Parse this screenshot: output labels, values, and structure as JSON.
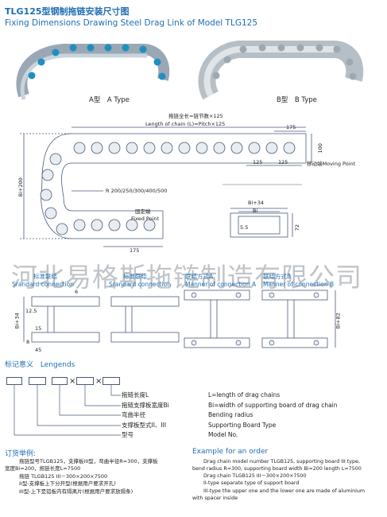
{
  "header": {
    "title_cn": "TLG125型钢制拖链安装尺寸图",
    "title_en": "Fixing Dimensions Drawing Steel Drag Link of Model TLG125"
  },
  "types": {
    "a_label": "A型　A Type",
    "b_label": "B型　B Type"
  },
  "main_drawing": {
    "chain_total_length": "拖链全长=链节数×125",
    "chain_length_en": "Length of chain (L)=Pitch×125",
    "dim_175_top": "175",
    "dim_100": "100",
    "dim_125_a": "125",
    "dim_125_b": "125",
    "moving_point": "移动端Moving Point",
    "bend_radius": "R 200/250/300/400/500",
    "height_left": "Bi+200",
    "fixed_point_cn": "固定端",
    "fixed_point_en": "Fixed Point",
    "dim_175_bottom": "175",
    "section_bi34": "Bi+34",
    "section_bi": "Bi",
    "section_55": "5.5",
    "section_72": "72"
  },
  "watermark": "河北易格斯拖链制造有限公司",
  "connections": [
    {
      "cn": "标准联结",
      "en": "Srandard connection"
    },
    {
      "cn": "标准联结",
      "en": "Srandard connection"
    },
    {
      "cn": "联结方式A",
      "en": "Manner of connection A"
    },
    {
      "cn": "联结方式B",
      "en": "Manner of connection B"
    }
  ],
  "conn_dims": {
    "bi34": "Bi+34",
    "d125": "12.5",
    "d6": "6",
    "d15": "15",
    "d45": "45",
    "d8": "8",
    "bi82": "Bi+82"
  },
  "legends": {
    "title_cn": "标记意义",
    "title_en": "Lengends",
    "cross": "×",
    "items_cn": [
      "拖链长度L",
      "拖链支撑板宽度Bi",
      "弯曲半径",
      "支撑板型式II、III",
      "型号"
    ],
    "items_en": [
      "L=length of drag chains",
      "Bi=width of supporting board of drag chain",
      "Bending radius",
      "Supporting Board Type",
      "Model No."
    ]
  },
  "order_cn": {
    "title": "订货举例:",
    "line1": "拖链型号TLGB125，支撑板III型，弯曲半径R=300，支撑板",
    "line2": "宽度Bi=200，拖链长度L=7500",
    "line3": "拖链 TLGB125 III－300×200×7500",
    "line4": "II型-支撑板上下分开型(根据用户要求开孔)",
    "line5": "III型-上下是铝板内有隔离片(根据用户要求放隔条)"
  },
  "order_en": {
    "title": "Example for an order",
    "line1": "Drag chain model number TLGB125, supporting board III type,",
    "line2": "bend radius R=300, supporting board width Bi=200 length L=7500",
    "line3": "Drag chain TLGB125 III－300×200×7500",
    "line4": "II-type separate type of support board",
    "line5": "III-type the upper one and the lower one are made of aluminium",
    "line6": "with spacer inside"
  },
  "colors": {
    "title": "#1f6fb3",
    "drawing": "#4a5a7a",
    "watermark": "#8d949c"
  }
}
